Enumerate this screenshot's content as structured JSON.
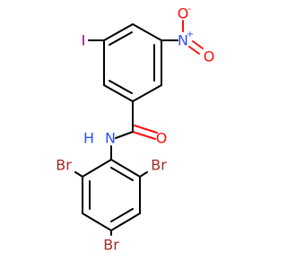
{
  "molecule": {
    "colors": {
      "bond": "#000000",
      "iodine": "#940094",
      "nitrogen": "#3050f8",
      "oxygen": "#ff0d0d",
      "bromine": "#a62929"
    },
    "labels": {
      "iodine": "I",
      "nitro_n": "N",
      "nitro_n_charge": "+",
      "nitro_o_single": "O",
      "nitro_o_single_charge": "-",
      "nitro_o_double": "O",
      "amide_n": "N",
      "amide_h": "H",
      "carbonyl_o": "O",
      "bromine_left": "Br",
      "bromine_right": "Br",
      "bromine_bottom": "Br"
    }
  }
}
